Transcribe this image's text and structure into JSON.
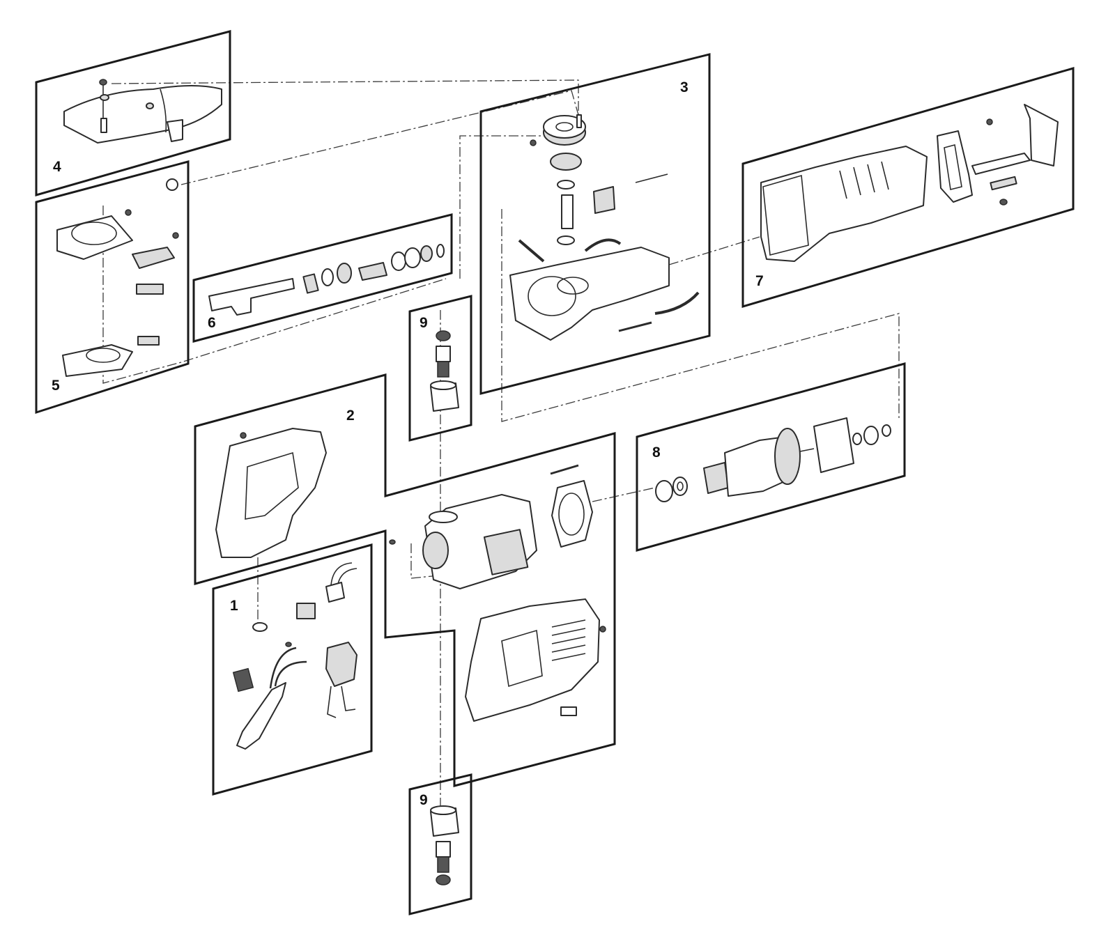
{
  "diagram": {
    "callouts": {
      "p1": "1",
      "p2": "2",
      "p3": "3",
      "p4": "4",
      "p5": "5",
      "p6": "6",
      "p7": "7",
      "p8": "8",
      "p9_top": "9",
      "p9_bottom": "9"
    }
  }
}
